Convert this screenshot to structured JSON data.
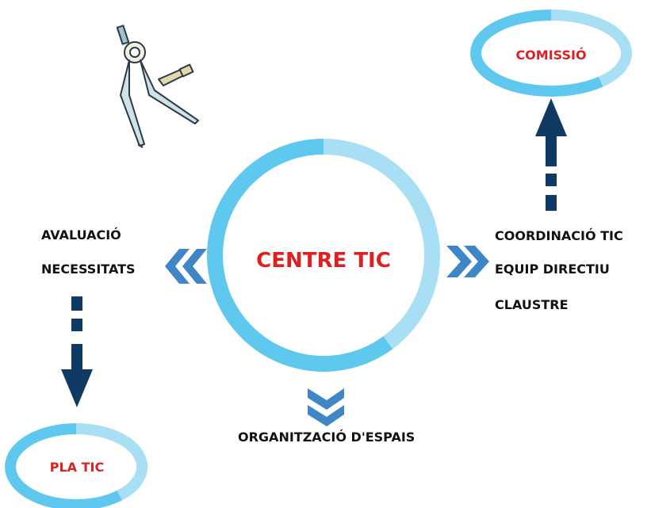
{
  "center": {
    "label": "CENTRE TIC"
  },
  "top_right": {
    "label": "COMISSIÓ"
  },
  "bottom_left": {
    "label": "PLA TIC"
  },
  "left_items": [
    "AVALUACIÓ",
    "NECESSITATS"
  ],
  "right_items": [
    "COORDINACIÓ TIC",
    "EQUIP DIRECTIU",
    "CLAUSTRE"
  ],
  "bottom_item": "ORGANITZACIÓ D'ESPAIS",
  "colors": {
    "ring_dark": "#5ec8ef",
    "ring_light": "#a9dff5",
    "chevron": "#3f86c6",
    "arrow": "#0e3a63",
    "accent_text": "#e02020"
  },
  "icons": {
    "tool": "drawing-compass-icon"
  }
}
